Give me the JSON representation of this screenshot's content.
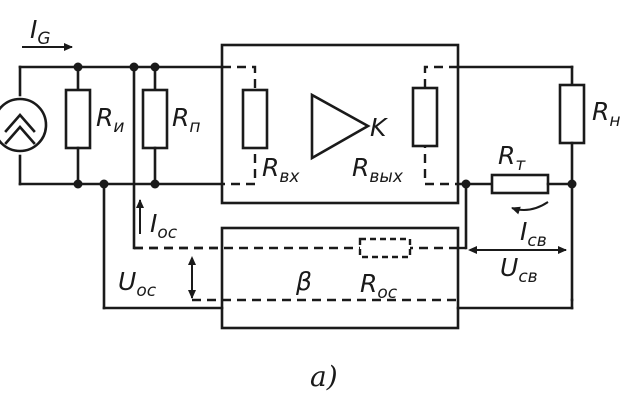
{
  "labels": {
    "source_current": {
      "main": "I",
      "sub": "G"
    },
    "r_load_left": {
      "main": "R",
      "sub": "и"
    },
    "r_shunt": {
      "main": "R",
      "sub": "п"
    },
    "r_in": {
      "main": "R",
      "sub": "вх"
    },
    "gain": "K",
    "r_out": {
      "main": "R",
      "sub": "вых"
    },
    "r_t": {
      "main": "R",
      "sub": "т"
    },
    "r_load_right": {
      "main": "R",
      "sub": "н"
    },
    "i_fb_left": {
      "main": "I",
      "sub": "ос"
    },
    "u_fb_left": {
      "main": "U",
      "sub": "ос"
    },
    "beta": "β",
    "r_fb": {
      "main": "R",
      "sub": "ос"
    },
    "i_fb_right": {
      "main": "I",
      "sub": "св"
    },
    "u_fb_right": {
      "main": "U",
      "sub": "св"
    },
    "caption": "а)"
  }
}
